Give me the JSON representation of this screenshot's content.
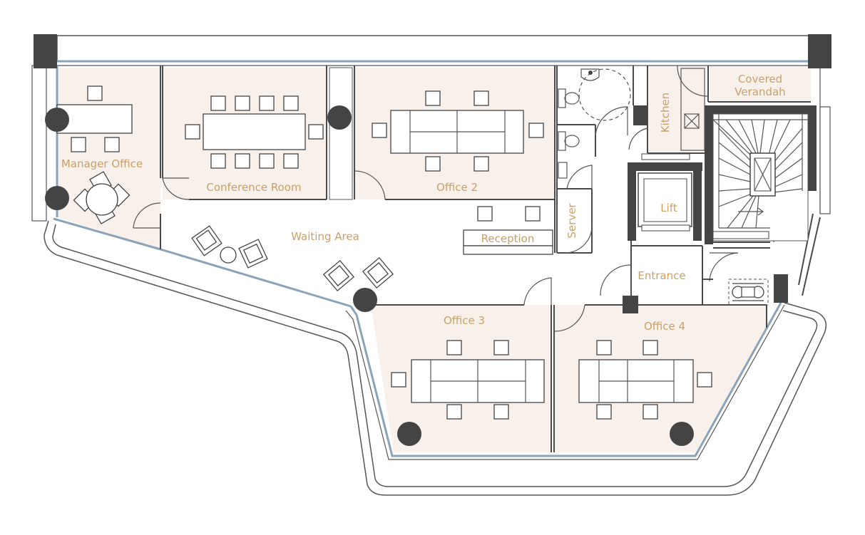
{
  "labels": {
    "manager_office": "Manager Office",
    "conference_room": "Conference Room",
    "office_2": "Office 2",
    "waiting_area": "Waiting Area",
    "reception": "Reception",
    "server": "Server",
    "kitchen": "Kitchen",
    "covered_verandah_1": "Covered",
    "covered_verandah_2": "Verandah",
    "lift": "Lift",
    "entrance": "Entrance",
    "office_3": "Office 3",
    "office_4": "Office 4"
  },
  "colors": {
    "room_fill": "#f8f0eb",
    "label": "#c9a06a",
    "wall": "#4a4a4a",
    "column": "#444444",
    "glass": "#8aa3b8",
    "terrace": "#ffffff"
  },
  "icons": [
    "column",
    "chair",
    "desk",
    "door-swing",
    "toilet",
    "sink",
    "staircase",
    "lift",
    "wheelchair-icon"
  ]
}
